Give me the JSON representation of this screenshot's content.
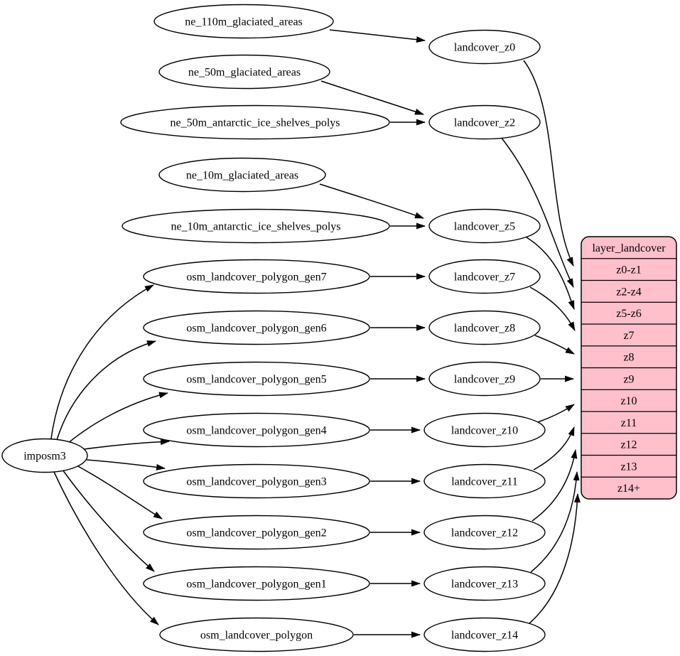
{
  "colors": {
    "background": "#ffffff",
    "node_fill": "#ffffff",
    "node_stroke": "#000000",
    "edge_color": "#000000",
    "table_fill": "#ffc0cb",
    "text_color": "#000000"
  },
  "nodes": {
    "importer": "imposm3",
    "sources": [
      "ne_110m_glaciated_areas",
      "ne_50m_glaciated_areas",
      "ne_50m_antarctic_ice_shelves_polys",
      "ne_10m_glaciated_areas",
      "ne_10m_antarctic_ice_shelves_polys",
      "osm_landcover_polygon_gen7",
      "osm_landcover_polygon_gen6",
      "osm_landcover_polygon_gen5",
      "osm_landcover_polygon_gen4",
      "osm_landcover_polygon_gen3",
      "osm_landcover_polygon_gen2",
      "osm_landcover_polygon_gen1",
      "osm_landcover_polygon"
    ],
    "intermediate": [
      "landcover_z0",
      "landcover_z2",
      "landcover_z5",
      "landcover_z7",
      "landcover_z8",
      "landcover_z9",
      "landcover_z10",
      "landcover_z11",
      "landcover_z12",
      "landcover_z13",
      "landcover_z14"
    ]
  },
  "table": {
    "title": "layer_landcover",
    "rows": [
      "z0-z1",
      "z2-z4",
      "z5-z6",
      "z7",
      "z8",
      "z9",
      "z10",
      "z11",
      "z12",
      "z13",
      "z14+"
    ]
  },
  "edges": [
    [
      "imposm3",
      "osm_landcover_polygon_gen7"
    ],
    [
      "imposm3",
      "osm_landcover_polygon_gen6"
    ],
    [
      "imposm3",
      "osm_landcover_polygon_gen5"
    ],
    [
      "imposm3",
      "osm_landcover_polygon_gen4"
    ],
    [
      "imposm3",
      "osm_landcover_polygon_gen3"
    ],
    [
      "imposm3",
      "osm_landcover_polygon_gen2"
    ],
    [
      "imposm3",
      "osm_landcover_polygon_gen1"
    ],
    [
      "imposm3",
      "osm_landcover_polygon"
    ],
    [
      "ne_110m_glaciated_areas",
      "landcover_z0"
    ],
    [
      "ne_50m_glaciated_areas",
      "landcover_z2"
    ],
    [
      "ne_50m_antarctic_ice_shelves_polys",
      "landcover_z2"
    ],
    [
      "ne_10m_glaciated_areas",
      "landcover_z5"
    ],
    [
      "ne_10m_antarctic_ice_shelves_polys",
      "landcover_z5"
    ],
    [
      "osm_landcover_polygon_gen7",
      "landcover_z7"
    ],
    [
      "osm_landcover_polygon_gen6",
      "landcover_z8"
    ],
    [
      "osm_landcover_polygon_gen5",
      "landcover_z9"
    ],
    [
      "osm_landcover_polygon_gen4",
      "landcover_z10"
    ],
    [
      "osm_landcover_polygon_gen3",
      "landcover_z11"
    ],
    [
      "osm_landcover_polygon_gen2",
      "landcover_z12"
    ],
    [
      "osm_landcover_polygon_gen1",
      "landcover_z13"
    ],
    [
      "osm_landcover_polygon",
      "landcover_z14"
    ],
    [
      "landcover_z0",
      "layer_landcover:z0-z1"
    ],
    [
      "landcover_z2",
      "layer_landcover:z2-z4"
    ],
    [
      "landcover_z5",
      "layer_landcover:z5-z6"
    ],
    [
      "landcover_z7",
      "layer_landcover:z7"
    ],
    [
      "landcover_z8",
      "layer_landcover:z8"
    ],
    [
      "landcover_z9",
      "layer_landcover:z9"
    ],
    [
      "landcover_z10",
      "layer_landcover:z10"
    ],
    [
      "landcover_z11",
      "layer_landcover:z11"
    ],
    [
      "landcover_z12",
      "layer_landcover:z12"
    ],
    [
      "landcover_z13",
      "layer_landcover:z13"
    ],
    [
      "landcover_z14",
      "layer_landcover:z14+"
    ]
  ]
}
